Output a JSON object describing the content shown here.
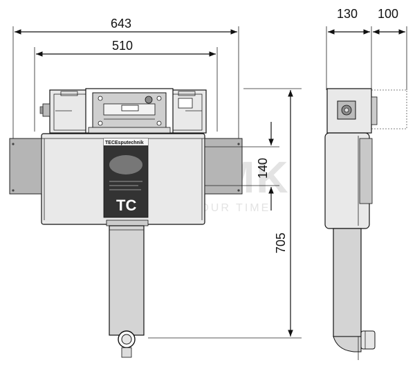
{
  "dimensions": {
    "width_overall": "643",
    "width_inner": "510",
    "depth_unit": "130",
    "depth_extra": "100",
    "height_total": "705",
    "flush_height": "140"
  },
  "label": {
    "brand_header": "TECEsputechnik",
    "logo": "TC"
  },
  "watermark": {
    "main": "GDMK",
    "tagline": "SAVE YOUR TIME"
  }
}
